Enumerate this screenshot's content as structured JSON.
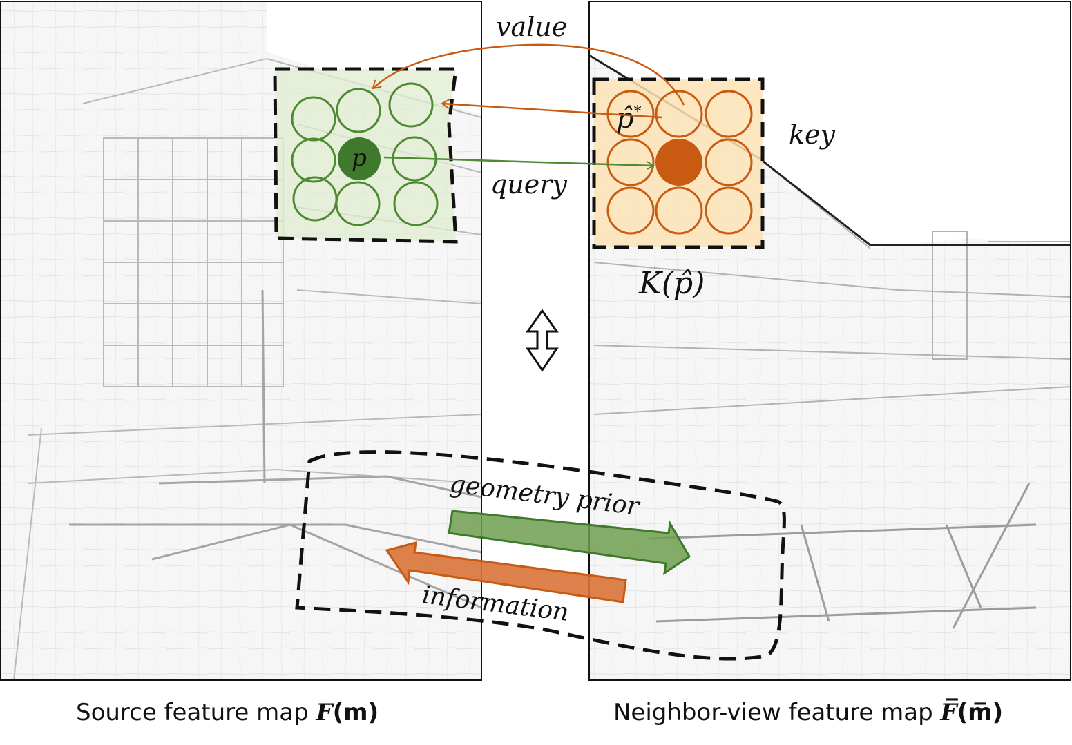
{
  "labels": {
    "value": "value",
    "key": "key",
    "query": "query",
    "p": "p",
    "p_hat_star_base": "p̂",
    "p_hat_star_sup": "*",
    "k_of_p_hat": "K(p̂)",
    "geometry_prior": "geometry prior",
    "information": "information"
  },
  "captions": {
    "source_prefix": "Source feature map ",
    "source_symbol": "F",
    "source_arg": "(m)",
    "neighbor_prefix": "Neighbor-view feature map ",
    "neighbor_symbol": "F̅",
    "neighbor_arg": "(m̅)"
  },
  "icons": {
    "bidirectional": "double-vertical-arrow-icon"
  },
  "colors": {
    "green": "#4e8a34",
    "green_dark": "#3f7a2c",
    "green_fill": "#dfeccf",
    "orange": "#c85a12",
    "orange_fill": "#fbe3b5",
    "dash": "#111111"
  }
}
